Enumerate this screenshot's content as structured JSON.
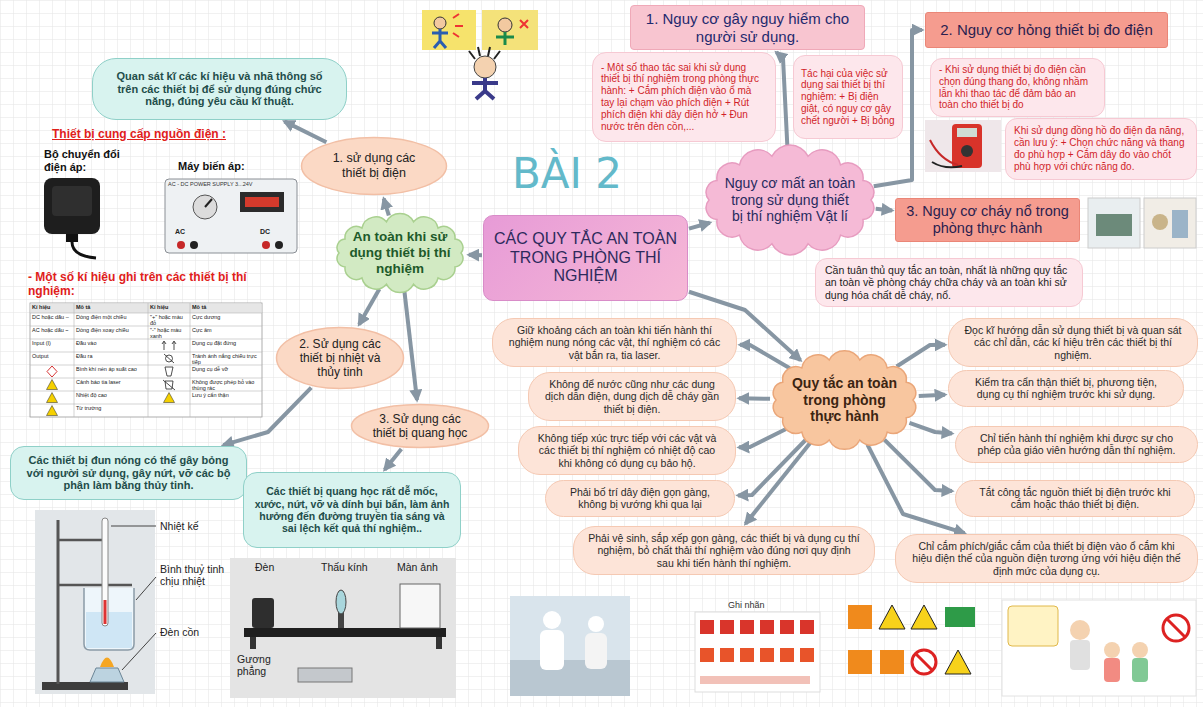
{
  "diagram": {
    "title": "BÀI 2",
    "nodes": [
      {
        "text": [
          "CÁC QUY TẮC AN TOÀN TRONG PHÒNG THÍ NGHIỆM"
        ]
      },
      {
        "text": [
          "An toàn khi sử dụng thiết bị thí nghiệm"
        ]
      },
      {
        "text": [
          "1. sử dụng các thiết bị điện"
        ]
      },
      {
        "text": [
          "Quan sát kĩ các kí hiệu và nhã thông số trên các thiết bị để sử dụng đúng chức năng, đúng yêu cầu kĩ thuật."
        ]
      },
      {
        "text": [
          "2. Sử dụng các thiết bị nhiệt và thủy tinh"
        ]
      },
      {
        "text": [
          "Các thiết bị đun nóng có thể gây bỏng với người sử dụng, gây nứt, vỡ các bộ phận làm bằng thủy tinh."
        ]
      },
      {
        "text": [
          "3. Sử dụng các thiết bị quang học"
        ]
      },
      {
        "text": [
          "Các thiết bị quang học rất dễ mốc, xước, nứt, vỡ và dính bụi bẩn, làm ảnh hưởng đến đường truyền tia sáng và sai lệch kết quả thí nghiệm.."
        ]
      },
      {
        "text": [
          "Nguy cơ mất an toàn trong sử dụng thiết bị thí nghiệm Vật lí"
        ]
      },
      {
        "text": [
          "1. Nguy cơ gây nguy hiểm cho người sử dụng."
        ]
      },
      {
        "text": [
          "- Một số thao tác sai khi sử dụng thiết bị thí nghiệm trong phòng thực hành: + Cắm phích điện vào ổ mà tay lại chạm vào phích điện + Rút phích điện khi dây điện hở + Đun nước trên đèn cồn,..."
        ]
      },
      {
        "text": [
          "Tác hại của việc sử dụng sai thiết bị thí nghiệm: + Bị điện giật, có nguy cơ gây chết người + Bị bỏng"
        ]
      },
      {
        "text": [
          "2. Nguy cơ hỏng thiết bị đo điện"
        ]
      },
      {
        "text": [
          "- Khi sử dụng thiết bị đo điện cần chọn đúng thang đo, không nhầm lẫn khi thao tác để đảm bảo an toàn cho thiết bị đo"
        ]
      },
      {
        "text": [
          "Khi sử dụng đồng hồ đo điện đa năng, cần lưu ý: + Chọn chức năng và thang đo phù hợp + Cắm dây đo vào chốt phù hợp với chức năng đo."
        ]
      },
      {
        "text": [
          "3. Nguy cơ cháy nổ trong phòng thực hành"
        ]
      },
      {
        "text": [
          "Cần tuân thủ quy tắc an toàn, nhất là những quy tắc an toàn về phòng cháy chữa cháy và an toàn khi sử dụng hóa chất dễ cháy, nổ."
        ]
      },
      {
        "text": [
          "Quy tắc an toàn trong phòng thực hành"
        ]
      },
      {
        "text": [
          "Đọc kĩ hướng dẫn sử dụng thiết bị và quan sát các chỉ dẫn, các kí hiệu trên các thiết bị thí nghiệm."
        ]
      },
      {
        "text": [
          "Kiểm tra cẩn thận thiết bị, phương tiện, dụng cụ thí nghiệm trước khi sử dụng."
        ]
      },
      {
        "text": [
          "Chỉ tiến hành thí nghiệm khi được sự cho phép của giáo viên hướng dẫn thí nghiệm."
        ]
      },
      {
        "text": [
          "Tắt công tắc nguồn thiết bị điện trước khi cắm hoặc tháo thiết bị điện."
        ]
      },
      {
        "text": [
          "Chỉ cắm phích/giắc cắm của thiết bị điện vào ổ cắm khi hiệu điện thế của nguồn điện tương ứng với hiệu điện thế định mức của dụng cụ."
        ]
      },
      {
        "text": [
          "Giữ khoảng cách an toàn khi tiến hành thí nghiệm nung nóng các vật, thí nghiệm có các vật bắn ra, tia laser."
        ]
      },
      {
        "text": [
          "Không để nước cũng như các dung dịch dẫn điện, dung dịch dễ cháy gần thiết bị điện."
        ]
      },
      {
        "text": [
          "Không tiếp xúc trực tiếp với các vật và các thiết bị thí nghiệm có nhiệt độ cao khi không có dụng cụ bảo hộ."
        ]
      },
      {
        "text": [
          "Phải bố trí dây điện gọn gàng, không bị vướng khi qua lại"
        ]
      },
      {
        "text": [
          "Phải vệ sinh, sắp xếp gọn gàng, các thiết bị và dụng cụ thí nghiệm, bỏ chất thải thí nghiệm vào đúng nơi quy định sau khi tiến hành thí nghiệm."
        ]
      }
    ],
    "edges": [
      {
        "from": 0,
        "to": 1,
        "arrow": "to"
      },
      {
        "from": 0,
        "to": 8,
        "arrow": "to"
      },
      {
        "from": 0,
        "to": 17,
        "arrow": "to"
      },
      {
        "from": 1,
        "to": 2,
        "arrow": "to"
      },
      {
        "from": 1,
        "to": 4,
        "arrow": "to"
      },
      {
        "from": 1,
        "to": 6,
        "arrow": "to"
      },
      {
        "from": 2,
        "to": 3,
        "arrow": "to"
      },
      {
        "from": 4,
        "to": 5,
        "arrow": "to"
      },
      {
        "from": 6,
        "to": 7,
        "arrow": "to"
      },
      {
        "from": 8,
        "to": 9,
        "arrow": "to"
      },
      {
        "from": 8,
        "to": 12,
        "arrow": "to"
      },
      {
        "from": 8,
        "to": 15,
        "arrow": "to"
      },
      {
        "from": 17,
        "to": 18,
        "arrow": "to"
      },
      {
        "from": 17,
        "to": 19,
        "arrow": "to"
      },
      {
        "from": 17,
        "to": 20,
        "arrow": "to"
      },
      {
        "from": 17,
        "to": 21,
        "arrow": "to"
      },
      {
        "from": 17,
        "to": 22,
        "arrow": "to"
      },
      {
        "from": 17,
        "to": 23,
        "arrow": "to"
      },
      {
        "from": 17,
        "to": 24,
        "arrow": "to"
      },
      {
        "from": 17,
        "to": 25,
        "arrow": "to"
      },
      {
        "from": 17,
        "to": 26,
        "arrow": "to"
      },
      {
        "from": 17,
        "to": 27,
        "arrow": "to"
      }
    ],
    "labels": [
      "Thiết bị cung cấp nguồn điện :",
      "Bộ chuyển đổi điện áp:",
      "Máy biến áp:",
      "AC - DC POWER SUPPLY 3...24V",
      "AC",
      "DC",
      "- Một số kí hiệu ghi trên các thiết bị thí nghiệm:",
      "Kí hiệu",
      "Mô tả",
      "Kí hiệu",
      "Mô tả",
      "DC hoặc dấu –",
      "Dòng điện một chiều",
      "\"+\" hoặc màu đỏ",
      "Cực dương",
      "AC hoặc dấu ~",
      "Dòng điện xoay chiều",
      "\"-\" hoặc màu xanh",
      "Cực âm",
      "Input (I)",
      "Đầu vào",
      "Dụng cụ đặt đứng",
      "Output",
      "Đầu ra",
      "Tránh ánh nắng chiếu trực tiếp",
      "Bình khí nén áp suất cao",
      "Dụng cụ dễ vỡ",
      "Cảnh báo tia laser",
      "Không được phép bỏ vào thùng rác",
      "Nhiệt độ cao",
      "Lưu ý cẩn thận",
      "Từ trường",
      "Nhiệt kế",
      "Bình thuỷ tinh chịu nhiệt",
      "Đèn cồn",
      "Đèn",
      "Thấu kính",
      "Màn ảnh",
      "Gương phẳng",
      "Ghi nhãn"
    ]
  }
}
